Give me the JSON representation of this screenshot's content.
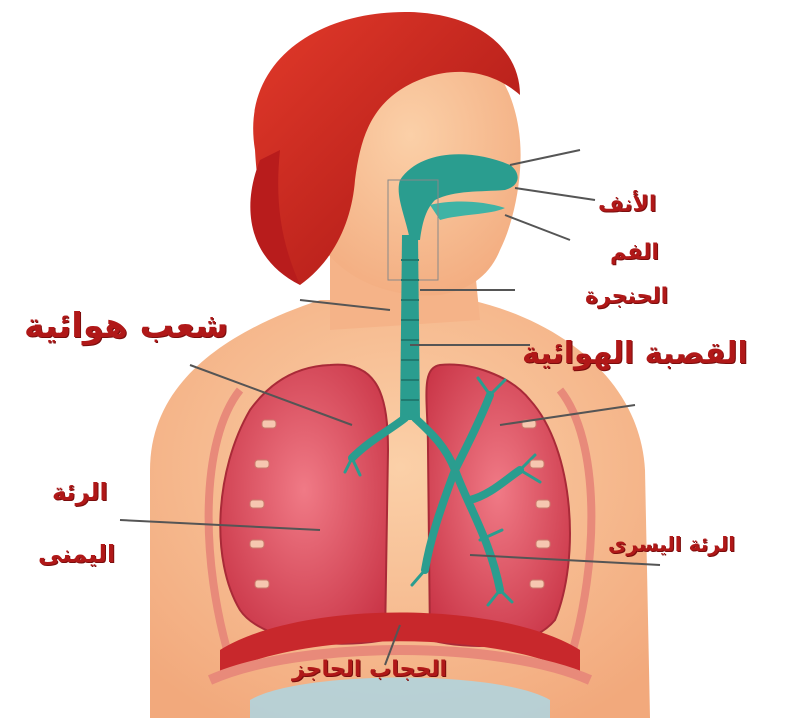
{
  "labels": {
    "nose": "الأنف",
    "mouth": "الفم",
    "larynx": "الحنجرة",
    "trachea": "القصبة الهوائية",
    "bronchi": "شعب هوائية",
    "right_lung_line1": "الرئة",
    "right_lung_line2": "اليمنى",
    "left_lung": "الرئة اليسرى",
    "diaphragm": "الحجاب الحاجز"
  },
  "colors": {
    "label": "#b01818",
    "hair": "#c81d1d",
    "skin": "#f7b98e",
    "lung": "#e0525e",
    "airway": "#2a9d8f",
    "diaphragm": "#c8282c"
  }
}
